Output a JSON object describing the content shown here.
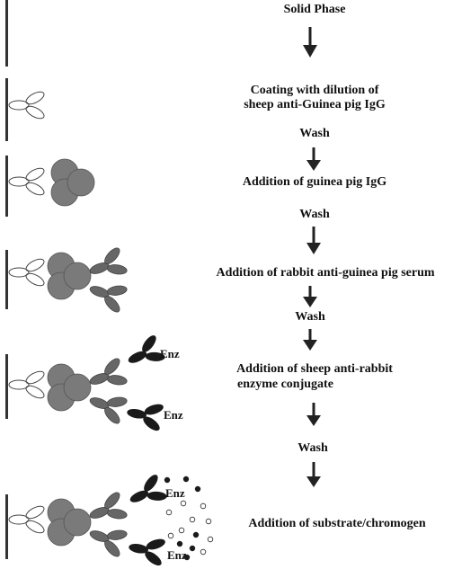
{
  "steps": {
    "solid_phase": "Solid Phase",
    "coating_line1": "Coating with dilution of",
    "coating_line2": "sheep anti-Guinea pig IgG",
    "wash1": "Wash",
    "guinea_pig_igg": "Addition of guinea pig IgG",
    "wash2": "Wash",
    "rabbit_serum": "Addition of rabbit anti-guinea pig serum",
    "wash3": "Wash",
    "conjugate_line1": "Addition of  sheep anti-rabbit",
    "conjugate_line2": "enzyme conjugate",
    "wash4": "Wash",
    "substrate": "Addition of substrate/chromogen"
  },
  "enzyme_label": "Enz",
  "colors": {
    "plate": "#333333",
    "guinea_pig_igg": "#7a7a7a",
    "rabbit_antibody": "#666666",
    "conjugate": "#1a1a1a",
    "arrow": "#222222"
  }
}
